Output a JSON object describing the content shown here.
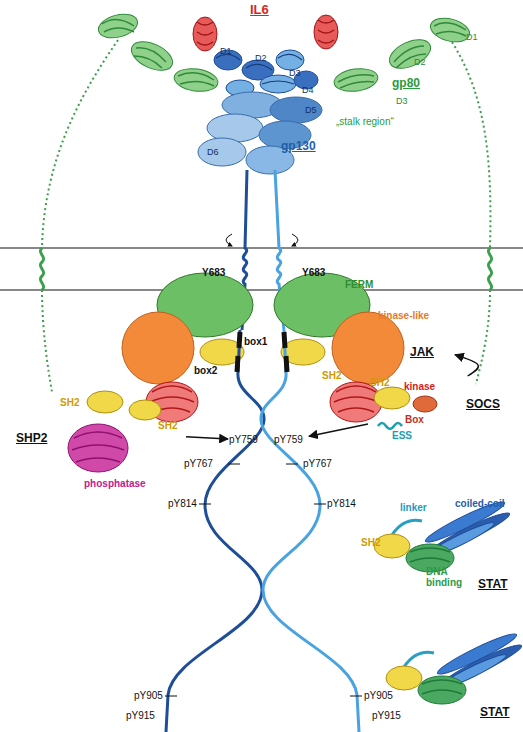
{
  "diagram": {
    "nodes": [
      {
        "text": [
          "IL6"
        ]
      },
      {
        "text": [
          "gp80",
          "D1",
          "D2",
          "D3"
        ]
      },
      {
        "text": [
          "gp130",
          "D1",
          "D2",
          "D3",
          "D4",
          "D5",
          "D6"
        ]
      },
      {
        "text": [
          "JAK",
          "FERM",
          "kinase-like",
          "SH2",
          "kinase"
        ]
      },
      {
        "text": [
          "pY759"
        ]
      },
      {
        "text": [
          "pY759"
        ]
      },
      {
        "text": [
          "SHP2",
          "SH2",
          "SH2",
          "phosphatase"
        ]
      },
      {
        "text": [
          "SOCS",
          "SH2",
          "Box",
          "ESS"
        ]
      },
      {
        "text": [
          "STAT",
          "SH2",
          "linker",
          "coiled-coil",
          "DNA binding"
        ]
      },
      {
        "text": [
          "STAT"
        ]
      }
    ],
    "edges": [
      {
        "from": 6,
        "to": 4,
        "arrow": "to"
      },
      {
        "from": 7,
        "to": 5,
        "arrow": "to"
      },
      {
        "from": 7,
        "to": 3,
        "arrow": "to"
      }
    ],
    "labels": [
      "„stalk region“",
      "Y683",
      "Y683",
      "box1",
      "box2",
      "pY767",
      "pY767",
      "pY814",
      "pY814",
      "pY905",
      "pY905",
      "pY915",
      "pY915"
    ]
  }
}
